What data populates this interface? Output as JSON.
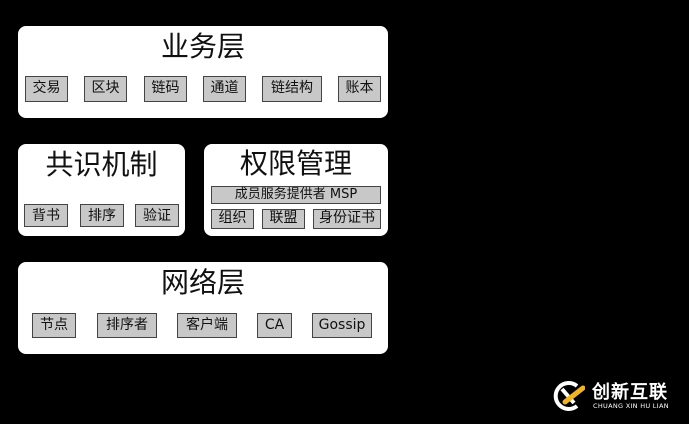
{
  "business_layer": {
    "title": "业务层",
    "tags": [
      "交易",
      "区块",
      "链码",
      "通道",
      "链结构",
      "账本"
    ]
  },
  "consensus": {
    "title": "共识机制",
    "tags": [
      "背书",
      "排序",
      "验证"
    ]
  },
  "permission": {
    "title": "权限管理",
    "msp": "成员服务提供者 MSP",
    "tags": [
      "组织",
      "联盟",
      "身份证书"
    ]
  },
  "network_layer": {
    "title": "网络层",
    "tags": [
      "节点",
      "排序者",
      "客户端",
      "CA",
      "Gossip"
    ]
  },
  "logo": {
    "name": "创新互联",
    "subtitle": "CHUANG XIN HU LIAN",
    "accent": "#f0b323"
  }
}
